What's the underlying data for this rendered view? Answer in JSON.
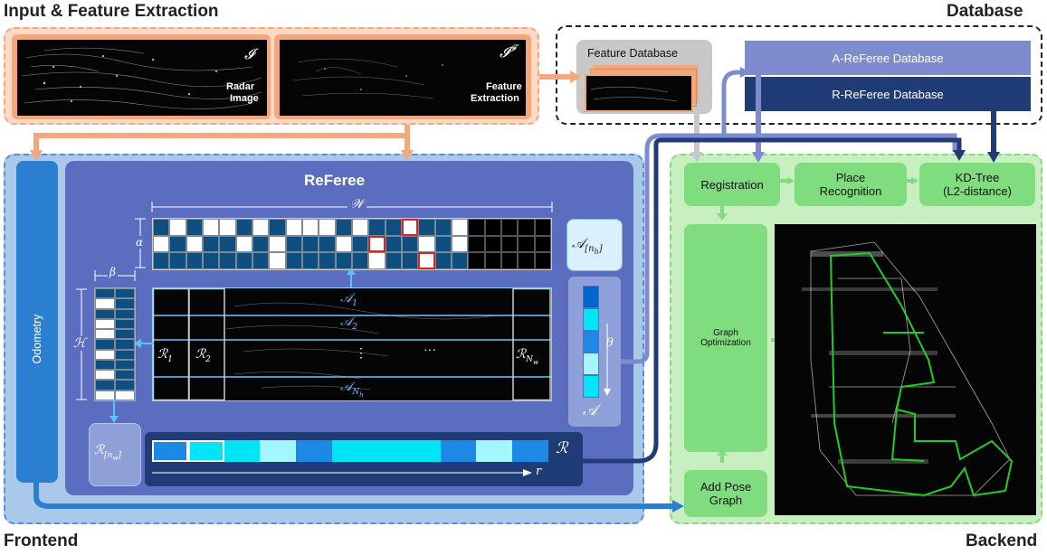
{
  "sections": {
    "input": "Input & Feature Extraction",
    "database": "Database",
    "frontend": "Frontend",
    "backend": "Backend"
  },
  "input": {
    "radar_symbol": "𝓘",
    "radar_label_1": "Radar",
    "radar_label_2": "Image",
    "feature_symbol": "𝓘",
    "feature_sup": "𝓕",
    "feature_label_1": "Feature",
    "feature_label_2": "Extraction"
  },
  "database": {
    "feature_db": "Feature Database",
    "a_referee_db": "A-ReFeree Database",
    "r_referee_db": "R-ReFeree Database"
  },
  "frontend": {
    "odometry": "Odometry",
    "referee_title": "ReFeree",
    "w_sym": "𝒲",
    "alpha_sym": "α",
    "beta_sym": "β",
    "h_sym": "ℋ",
    "theta_sym": "θ",
    "r_sym": "r",
    "a_nh": "𝒜",
    "a_nh_sub": "[n",
    "a_nh_sub2": "h",
    "a_nh_sub3": "]",
    "a_1": "𝒜",
    "a_1_sub": "1",
    "a_2": "𝒜",
    "a_2_sub": "2",
    "a_N": "𝒜",
    "a_N_sub": "N",
    "a_N_sub2": "h",
    "r_1": "ℛ",
    "r_1_sub": "1",
    "r_2": "ℛ",
    "r_2_sub": "2",
    "r_N": "ℛ",
    "r_N_sub": "N",
    "r_N_sub2": "w",
    "dots_h": "···",
    "dots_v": "⋮",
    "a_vec": "𝒜",
    "r_nw": "ℛ",
    "r_nw_sub": "[n",
    "r_nw_sub2": "w",
    "r_nw_sub3": "]",
    "r_vec": "ℛ"
  },
  "backend": {
    "registration": "Registration",
    "place_recognition_1": "Place",
    "place_recognition_2": "Recognition",
    "kdtree_1": "KD-Tree",
    "kdtree_2": "(L2-distance)",
    "graph_opt_1": "Graph",
    "graph_opt_2": "Optimization",
    "add_pose_1": "Add Pose",
    "add_pose_2": "Graph"
  },
  "colors": {
    "input_fill": "#fbd9c4",
    "input_border": "#f3a77d",
    "frontend_fill": "#a9c8ea",
    "frontend_border": "#5b8fd0",
    "referee_fill": "#5a6dbf",
    "backend_fill": "#c7efc0",
    "backend_border": "#8dd584",
    "green_box": "#7fdc7f",
    "a_db": "#7e8ccf",
    "r_db": "#1f3c77",
    "dark_cell": "#0f4f7f",
    "cyan": "#00e5f5"
  },
  "grid": {
    "rows": [
      [
        1,
        0,
        1,
        0,
        0,
        1,
        0,
        1,
        0,
        0,
        0,
        1,
        0,
        1,
        1,
        1,
        1,
        1,
        0,
        0,
        0,
        0,
        0,
        0
      ],
      [
        0,
        1,
        0,
        1,
        1,
        0,
        1,
        0,
        1,
        1,
        1,
        0,
        1,
        0,
        1,
        1,
        0,
        1,
        0,
        0,
        0,
        0,
        0,
        0
      ],
      [
        1,
        1,
        1,
        1,
        1,
        1,
        1,
        0,
        1,
        1,
        1,
        1,
        1,
        0,
        1,
        1,
        1,
        1,
        1,
        0,
        0,
        0,
        0,
        0
      ]
    ],
    "red_cells": [
      [
        0,
        15
      ],
      [
        1,
        13
      ],
      [
        2,
        16
      ]
    ],
    "beta_column": [
      1,
      0,
      1,
      0,
      0,
      1,
      0,
      1,
      0,
      1,
      0
    ],
    "beta_column2": [
      1,
      1,
      1,
      1,
      1,
      1,
      1,
      1,
      1,
      1,
      0
    ],
    "a_vector": [
      "#0066cc",
      "#00e5f5",
      "#1e88e5",
      "#a5f5ff",
      "#00e5f5"
    ],
    "r_vector": [
      "#1e88e5",
      "#00e5f5",
      "#00e5f5",
      "#a5f5ff",
      "#1e88e5",
      "#00e5f5",
      "#00e5f5",
      "#00e5f5",
      "#1e88e5",
      "#a5f5ff",
      "#1e88e5"
    ]
  }
}
